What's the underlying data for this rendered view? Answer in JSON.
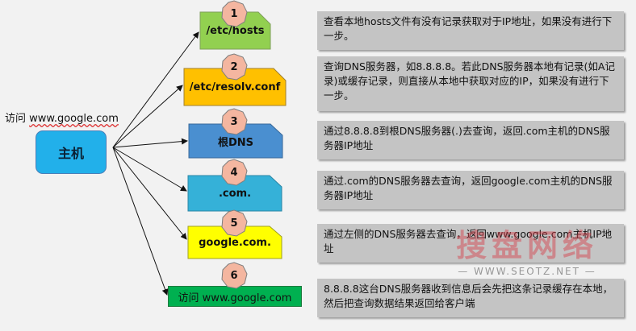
{
  "left": {
    "visit_label_prefix": "访问 ",
    "visit_label_domain": "www.google.com",
    "host_label": "主机"
  },
  "steps": [
    {
      "num": "1",
      "label": "/etc/hosts",
      "color": "#92d050",
      "shape": "folded"
    },
    {
      "num": "2",
      "label": "/etc/resolv.conf",
      "color": "#ffc000",
      "shape": "folded"
    },
    {
      "num": "3",
      "label": "根DNS",
      "color": "#4a8fd0",
      "shape": "folded"
    },
    {
      "num": "4",
      "label": ".com.",
      "color": "#35b1d8",
      "shape": "folded"
    },
    {
      "num": "5",
      "label": "google.com.",
      "color": "#ffff00",
      "shape": "folded"
    },
    {
      "num": "6",
      "label": "访问 www.google.com",
      "color": "#00b050",
      "shape": "rect"
    }
  ],
  "descriptions": [
    "查看本地hosts文件有没有记录获取对于IP地址，如果没有进行下一步。",
    "查询DNS服务器，如8.8.8.8。若此DNS服务器本地有记录(如A记录)或缓存记录，则直接从本地中获取对应的IP，如果没有进行下一步。",
    "通过8.8.8.8到根DNS服务器(.)去查询，返回.com主机的DNS服务器IP地址",
    "通过.com的DNS服务器去查询，返回google.com主机的DNS服务器IP地址",
    "通过左侧的DNS服务器去查询，返回www.google.com主机IP地址",
    "8.8.8.8这台DNS服务器收到信息后会先把这条记录缓存在本地，然后把查询数据结果返回给客户端"
  ],
  "watermark": {
    "main": "搜盘网络",
    "sub": "— WWW.SEOTZ.NET —"
  },
  "colors": {
    "hex_fill": "#f4b6a0",
    "hex_stroke": "#7f7f7f",
    "host_fill": "#22b0ea",
    "desc_fill": "#c4c4c4"
  }
}
